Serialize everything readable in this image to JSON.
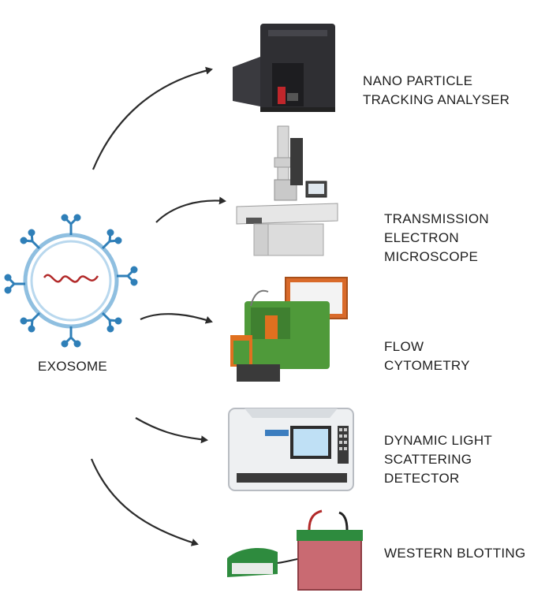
{
  "diagram": {
    "source": {
      "label": "EXOSOME"
    },
    "methods": [
      {
        "id": "nta",
        "lines": [
          "NANO PARTICLE",
          "TRACKING ANALYSER"
        ]
      },
      {
        "id": "tem",
        "lines": [
          "TRANSMISSION",
          "ELECTRON",
          "MICROSCOPE"
        ]
      },
      {
        "id": "flow",
        "lines": [
          "FLOW",
          "CYTOMETRY"
        ]
      },
      {
        "id": "dls",
        "lines": [
          "DYNAMIC LIGHT",
          "SCATTERING",
          "DETECTOR"
        ]
      },
      {
        "id": "wb",
        "lines": [
          "WESTERN BLOTTING"
        ]
      }
    ]
  },
  "colors": {
    "arrow": "#2b2b2b",
    "membrane": "#8fbfe0",
    "protein": "#2f7fb8",
    "rna": "#b22a2a",
    "nta_body": "#2f2f33",
    "tem_body": "#e6e6e6",
    "flow_body": "#4f9a3a",
    "flow_orange": "#e0701f",
    "dls_body": "#eef0f2",
    "dls_screen": "#bfe0f5",
    "wb_tank": "#c96a72",
    "wb_lid": "#2e8b3e"
  }
}
